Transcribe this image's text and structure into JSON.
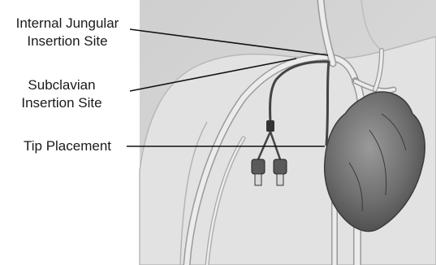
{
  "labels": {
    "internal_jugular": [
      "Internal Jungular",
      "Insertion Site"
    ],
    "subclavian": [
      "Subclavian",
      "Insertion Site"
    ],
    "tip_placement": "Tip Placement"
  },
  "colors": {
    "background": "#ffffff",
    "panel": "#d6d6d6",
    "vessel": "#e8e8e8",
    "vessel_outline": "#8a8a8a",
    "heart": "#6e6e6e",
    "catheter": "#4a4a4a",
    "leader_line": "#111111",
    "text": "#1a1a1a"
  }
}
